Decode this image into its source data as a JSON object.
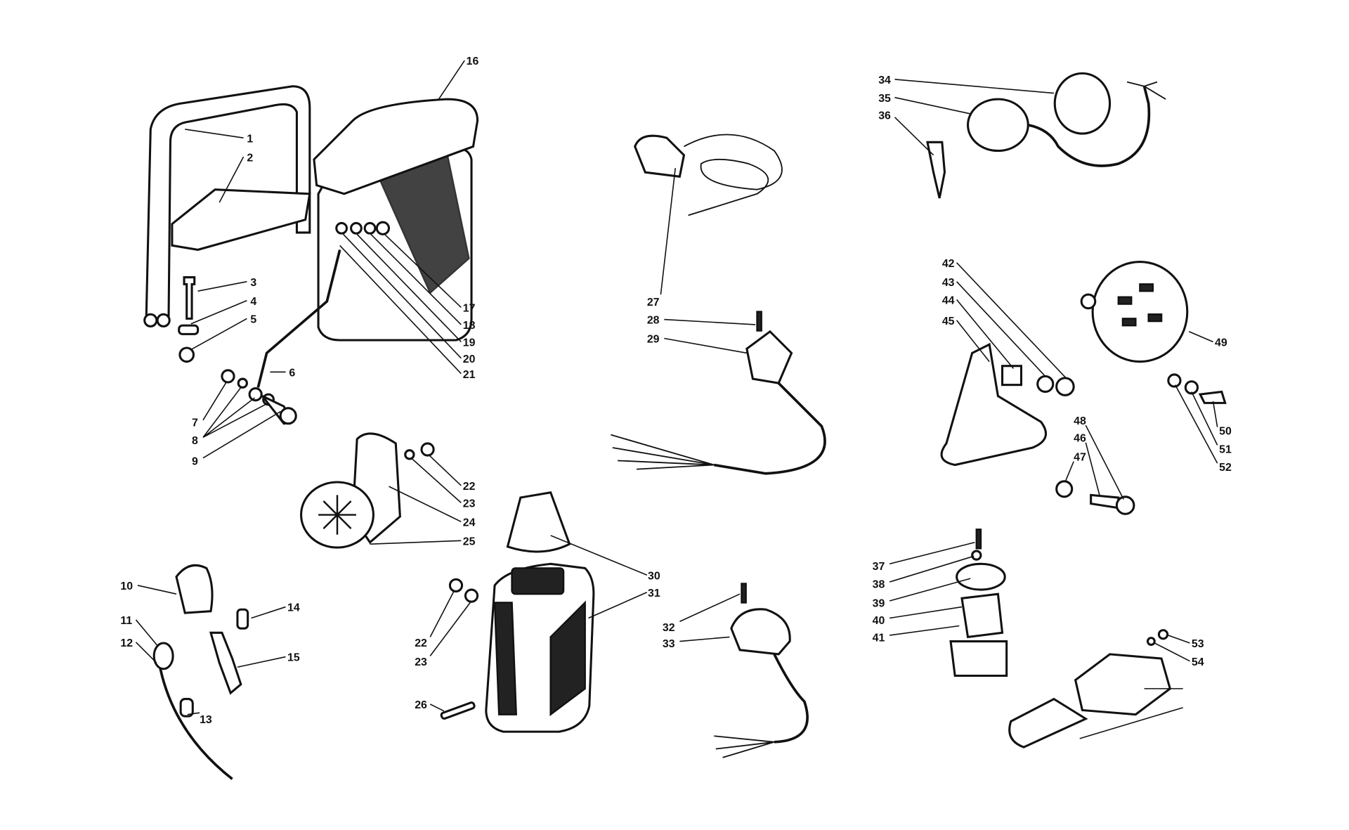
{
  "diagram": {
    "title": "",
    "labels": [
      {
        "id": "l16",
        "text": "16"
      },
      {
        "id": "l1",
        "text": "1"
      },
      {
        "id": "l2",
        "text": "2"
      },
      {
        "id": "l3",
        "text": "3"
      },
      {
        "id": "l4",
        "text": "4"
      },
      {
        "id": "l5",
        "text": "5"
      },
      {
        "id": "l6",
        "text": "6"
      },
      {
        "id": "l7",
        "text": "7"
      },
      {
        "id": "l8",
        "text": "8"
      },
      {
        "id": "l9",
        "text": "9"
      },
      {
        "id": "l17",
        "text": "17"
      },
      {
        "id": "l18",
        "text": "18"
      },
      {
        "id": "l19",
        "text": "19"
      },
      {
        "id": "l20",
        "text": "20"
      },
      {
        "id": "l21",
        "text": "21"
      },
      {
        "id": "l22a",
        "text": "22"
      },
      {
        "id": "l23a",
        "text": "23"
      },
      {
        "id": "l24",
        "text": "24"
      },
      {
        "id": "l25",
        "text": "25"
      },
      {
        "id": "l10",
        "text": "10"
      },
      {
        "id": "l11",
        "text": "11"
      },
      {
        "id": "l12",
        "text": "12"
      },
      {
        "id": "l13",
        "text": "13"
      },
      {
        "id": "l14",
        "text": "14"
      },
      {
        "id": "l15",
        "text": "15"
      },
      {
        "id": "l22b",
        "text": "22"
      },
      {
        "id": "l23b",
        "text": "23"
      },
      {
        "id": "l26",
        "text": "26"
      },
      {
        "id": "l30",
        "text": "30"
      },
      {
        "id": "l31",
        "text": "31"
      },
      {
        "id": "l27",
        "text": "27"
      },
      {
        "id": "l28",
        "text": "28"
      },
      {
        "id": "l29",
        "text": "29"
      },
      {
        "id": "l32",
        "text": "32"
      },
      {
        "id": "l33",
        "text": "33"
      },
      {
        "id": "l34",
        "text": "34"
      },
      {
        "id": "l35",
        "text": "35"
      },
      {
        "id": "l36",
        "text": "36"
      },
      {
        "id": "l42",
        "text": "42"
      },
      {
        "id": "l43",
        "text": "43"
      },
      {
        "id": "l44",
        "text": "44"
      },
      {
        "id": "l45",
        "text": "45"
      },
      {
        "id": "l49",
        "text": "49"
      },
      {
        "id": "l50",
        "text": "50"
      },
      {
        "id": "l51",
        "text": "51"
      },
      {
        "id": "l52",
        "text": "52"
      },
      {
        "id": "l48",
        "text": "48"
      },
      {
        "id": "l46",
        "text": "46"
      },
      {
        "id": "l47",
        "text": "47"
      },
      {
        "id": "l37",
        "text": "37"
      },
      {
        "id": "l38",
        "text": "38"
      },
      {
        "id": "l39",
        "text": "39"
      },
      {
        "id": "l40",
        "text": "40"
      },
      {
        "id": "l41",
        "text": "41"
      },
      {
        "id": "l53",
        "text": "53"
      },
      {
        "id": "l54",
        "text": "54"
      }
    ]
  }
}
